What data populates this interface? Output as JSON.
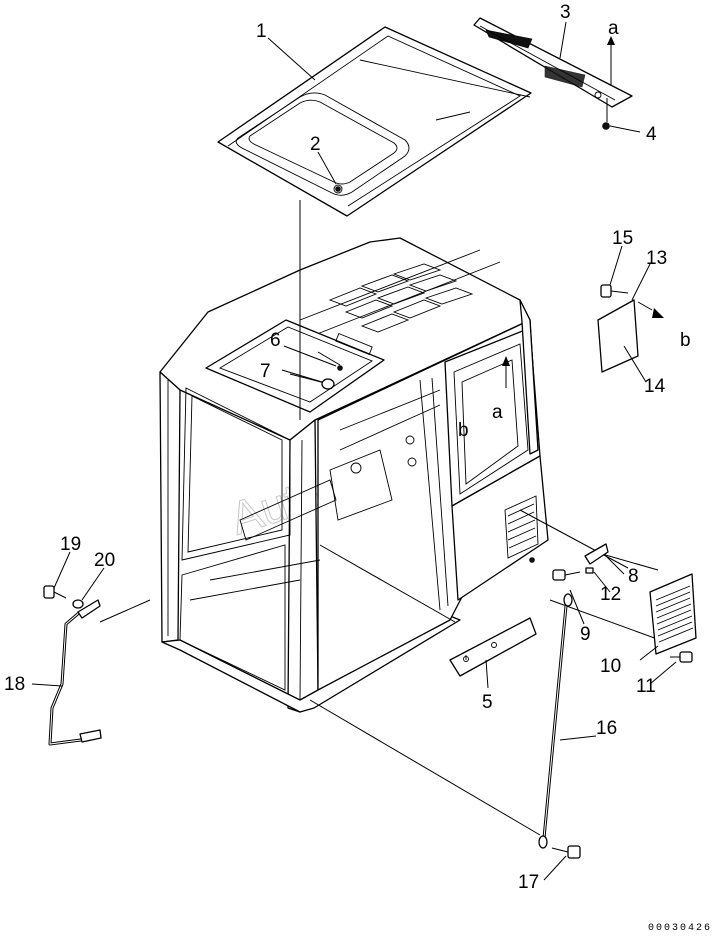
{
  "callouts": [
    "1",
    "2",
    "3",
    "4",
    "5",
    "6",
    "7",
    "8",
    "9",
    "10",
    "11",
    "12",
    "13",
    "14",
    "15",
    "16",
    "17",
    "18",
    "19",
    "20"
  ],
  "view_letters": {
    "a_top": "a",
    "a_door": "a",
    "b_right": "b",
    "b_door": "b"
  },
  "reference_code": "00030426",
  "watermark": "Autosoft"
}
